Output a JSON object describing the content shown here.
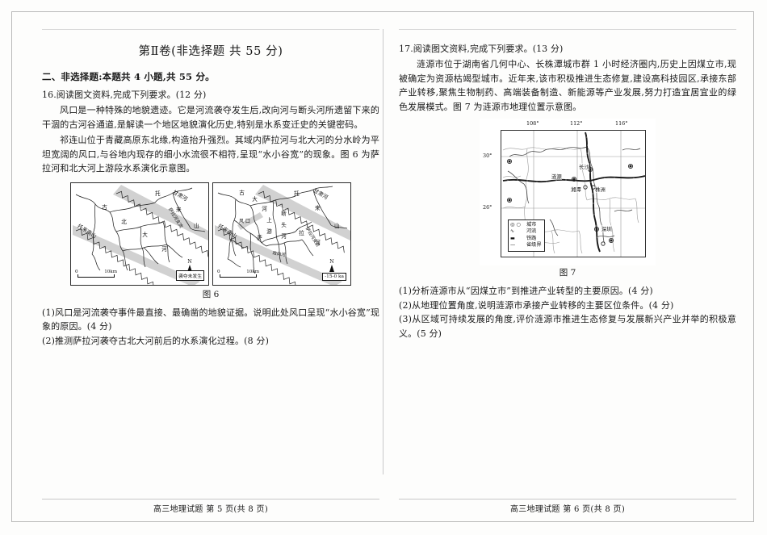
{
  "document": {
    "volume_title": "第Ⅱ卷(非选择题   共 55 分)",
    "section_head": "二、非选择题:本题共 4 小题,共 55 分。"
  },
  "left_column": {
    "q16": {
      "head": "16.阅读图文资料,完成下列要求。(12 分)",
      "para1": "风口是一种特殊的地貌遗迹。它是河流袭夺发生后,改向河与断头河所遗留下来的干涸的古河谷通道,是解读一个地区地貌演化历史,特别是水系变迁史的关键密码。",
      "para2": "祁连山位于青藏高原东北缘,构造抬升强烈。其域内萨拉河与北大河的分水岭为平坦宽阔的风口,与谷地内现存的细小水流很不相符,呈现“水小谷宽”的现象。图 6 为萨拉河和北大河上游段水系演化示意图。",
      "sub1": "(1)风口是河流袭夺事件最直接、最确凿的地貌证据。说明此处风口呈现“水小谷宽”现象的原因。(4 分)",
      "sub2": "(2)推测萨拉河袭夺古北大河前后的水系演化过程。(8 分)"
    },
    "figure6": {
      "caption": "图 6",
      "panel_left": {
        "stamp": "袭夺未发生",
        "scale_start": "0",
        "scale_end": "10km",
        "north": "N",
        "labels": [
          "古",
          "北",
          "大",
          "河",
          "托",
          "来",
          "山",
          "托来南山",
          "甘肃河",
          "萨拉河支流"
        ]
      },
      "panel_right": {
        "stamp": "-15-0 ka",
        "scale_start": "0",
        "scale_end": "10km",
        "north": "N",
        "labels": [
          "古",
          "大",
          "河",
          "风 口",
          "上",
          "游",
          "断",
          "头",
          "河",
          "萨",
          "拉",
          "河",
          "托",
          "来",
          "山",
          "托来南山",
          "甘肃河",
          "萨拉河支流",
          "改向河"
        ]
      }
    }
  },
  "right_column": {
    "q17": {
      "head": "17.阅读图文资料,完成下列要求。(13 分)",
      "para1": "涟源市位于湖南省几何中心、长株潭城市群 1 小时经济圈内,历史上因煤立市,现被确定为资源枯竭型城市。近年来,该市积极推进生态修复,建设高科技园区,承接东部产业转移,聚焦生物制药、高端装备制造、新能源等产业发展,努力打造宜居宜业的绿色发展模式。图 7 为涟源市地理位置示意图。",
      "sub1": "(1)分析涟源市从“因煤立市”到推进产业转型的主要原因。(4 分)",
      "sub2": "(2)从地理位置角度,说明涟源市承接产业转移的主要区位条件。(4 分)",
      "sub3": "(3)从区域可持续发展的角度,评价涟源市推进生态修复与发展新兴产业并举的积极意义。(5 分)"
    },
    "figure7": {
      "caption": "图 7",
      "longitudes": [
        "108°",
        "112°",
        "116°"
      ],
      "latitudes": [
        "30°",
        "26°"
      ],
      "cities": [
        "涟源",
        "长沙",
        "湘潭",
        "株洲",
        "深圳"
      ],
      "legend": [
        {
          "key": "◎ ○",
          "label": "城市"
        },
        {
          "key": "∿",
          "label": "河流"
        },
        {
          "key": "▬",
          "label": "铁路"
        },
        {
          "key": "—",
          "label": "省级界"
        }
      ]
    }
  },
  "footer": {
    "left": "高三地理试题   第 5 页(共 8 页)",
    "right": "高三地理试题   第 6 页(共 8 页)"
  },
  "colors": {
    "paper": "#fdfdfc",
    "ink": "#1a1a1a",
    "ridge": "#c9c9c9",
    "rule": "#c7c7c7"
  }
}
